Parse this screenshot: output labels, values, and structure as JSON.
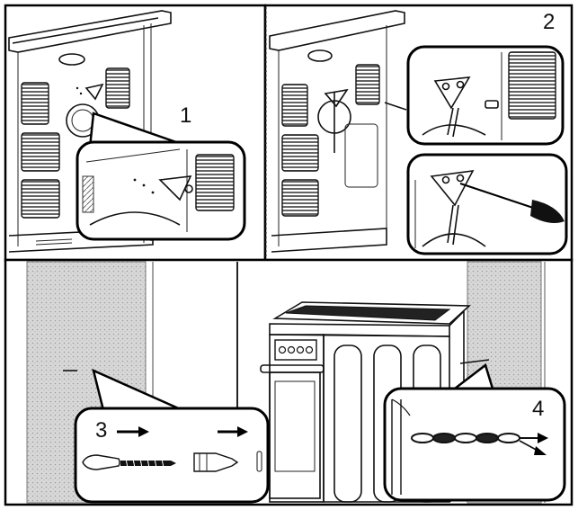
{
  "steps": [
    {
      "number": "1"
    },
    {
      "number": "2"
    },
    {
      "number": "3"
    },
    {
      "number": "4"
    }
  ]
}
